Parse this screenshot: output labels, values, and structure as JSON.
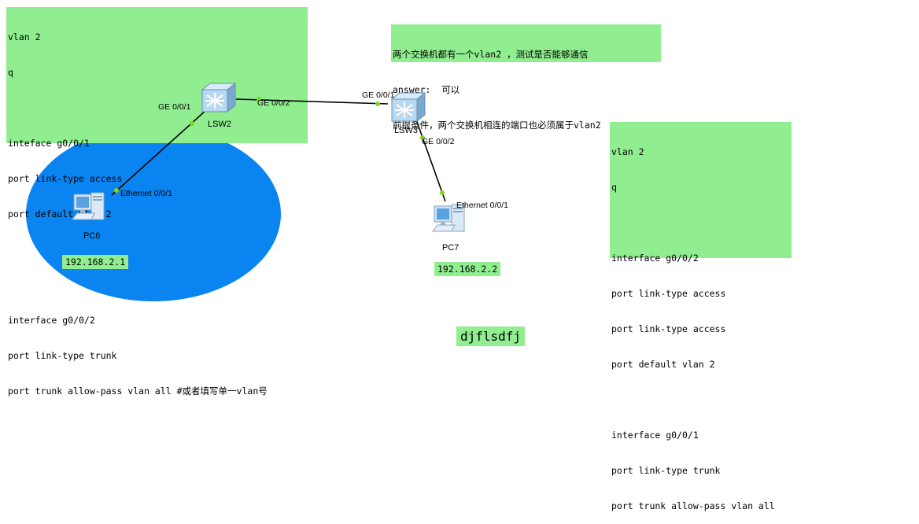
{
  "notes": {
    "lsw2_config": [
      "vlan 2",
      "q",
      "",
      "inteface g0/0/1",
      "port link-type access",
      "port default vlan 2",
      "",
      "",
      "interface g0/0/2",
      "port link-type trunk",
      "port trunk allow-pass vlan all #或者填写单一vlan号"
    ],
    "question": [
      "两个交换机都有一个vlan2 ，测试是否能够通信",
      "answer:  可以",
      "前提条件，两个交换机相连的端口也必须属于vlan2"
    ],
    "lsw3_config": [
      "vlan 2",
      "q",
      "",
      "interface g0/0/2",
      "port link-type access",
      "port link-type access",
      "port default vlan 2",
      "",
      "interface g0/0/1",
      "port link-type trunk",
      "port trunk allow-pass vlan all"
    ]
  },
  "devices": {
    "lsw2": "LSW2",
    "lsw3": "LSW3",
    "pc6": "PC6",
    "pc7": "PC7"
  },
  "ports": {
    "lsw2_g1": "GE 0/0/1",
    "lsw2_g2": "GE 0/0/2",
    "lsw3_g1": "GE 0/0/1",
    "lsw3_g2": "GE 0/0/2",
    "pc6_eth": "Ethernet 0/0/1",
    "pc7_eth": "Ethernet 0/0/1"
  },
  "ips": {
    "pc6": "192.168.2.1",
    "pc7": "192.168.2.2"
  },
  "footer_text": "djflsdfj",
  "colors": {
    "note_bg": "#90ee90",
    "area_fill": "#0a84f0",
    "link": "#000000",
    "port_dot": "#7ed321"
  }
}
